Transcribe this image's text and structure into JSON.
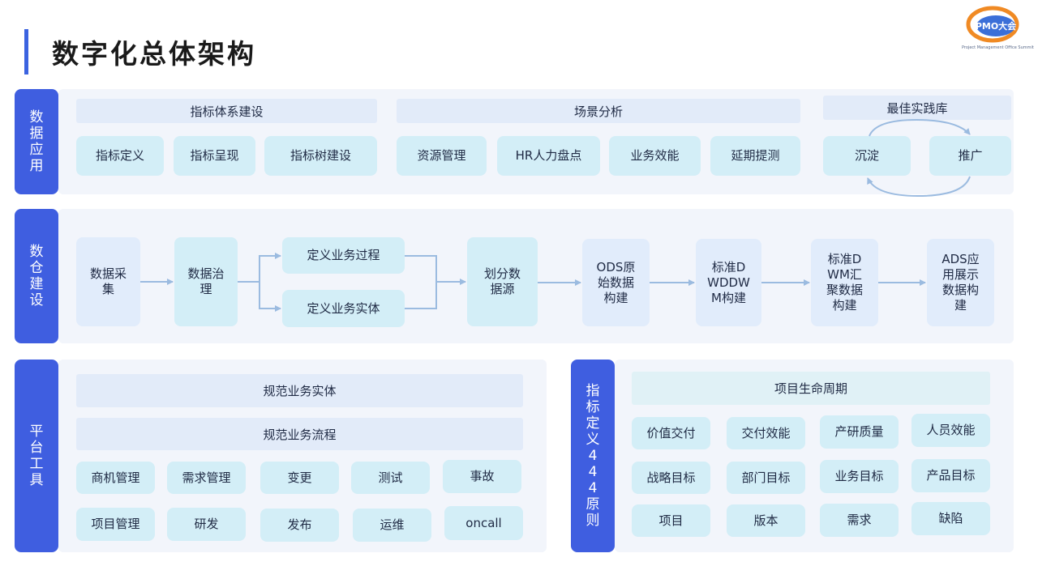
{
  "title": "数字化总体架构",
  "logo": {
    "mark": "PMO大会",
    "subtitle": "Project Management Office Summit"
  },
  "sections": {
    "data_app": {
      "side_label": "数据应用",
      "groups": [
        {
          "header": "指标体系建设",
          "items": [
            "指标定义",
            "指标呈现",
            "指标树建设"
          ]
        },
        {
          "header": "场景分析",
          "items": [
            "资源管理",
            "HR人力盘点",
            "业务效能",
            "延期提测"
          ]
        },
        {
          "header": "最佳实践库",
          "items": [
            "沉淀",
            "推广"
          ]
        }
      ]
    },
    "warehouse": {
      "side_label": "数仓建设",
      "steps": [
        "数据采集",
        "数据治理",
        "定义业务过程",
        "定义业务实体",
        "划分数据源",
        "ODS原始数据构建",
        "标准DWDDWM构建",
        "标准DWM汇聚数据构建",
        "ADS应用展示数据构建"
      ]
    },
    "platform": {
      "side_label": "平台工具",
      "rows": [
        "规范业务实体",
        "规范业务流程"
      ],
      "items_row1": [
        "商机管理",
        "需求管理",
        "变更",
        "测试",
        "事故"
      ],
      "items_row2": [
        "项目管理",
        "研发",
        "发布",
        "运维",
        "oncall"
      ]
    },
    "metrics": {
      "side_label": "指标定义444原则",
      "header": "项目生命周期",
      "grid": [
        [
          "价值交付",
          "交付效能",
          "产研质量",
          "人员效能"
        ],
        [
          "战略目标",
          "部门目标",
          "业务目标",
          "产品目标"
        ],
        [
          "项目",
          "版本",
          "需求",
          "缺陷"
        ]
      ]
    }
  },
  "colors": {
    "side": "#3f5ee0",
    "box": "#d3eef7",
    "panel": "#f2f5fb",
    "accent": "#3b63e0",
    "arrow": "#9bbbe0"
  }
}
